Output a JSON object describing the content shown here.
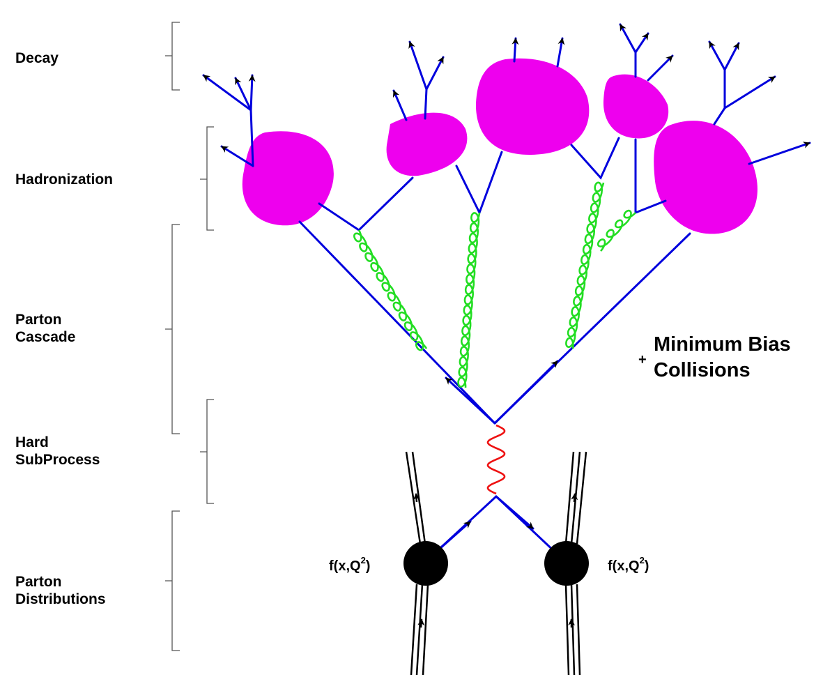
{
  "stages": [
    {
      "line1": "Decay",
      "line2": ""
    },
    {
      "line1": "Hadronization",
      "line2": ""
    },
    {
      "line1": "Parton",
      "line2": "Cascade"
    },
    {
      "line1": "Hard",
      "line2": "SubProcess"
    },
    {
      "line1": "Parton",
      "line2": "Distributions"
    }
  ],
  "annotation": {
    "plus": "+",
    "line1": "Minimum Bias",
    "line2": "Collisions"
  },
  "pdf_label": {
    "left_main": "f(x,Q",
    "left_sup": "2",
    "left_close": ")",
    "right_main": "f(x,Q",
    "right_sup": "2",
    "right_close": ")"
  },
  "colors": {
    "quark": "#0000dd",
    "gluon": "#22dd22",
    "boson": "#ee1111",
    "hadron": "#ee00ee",
    "proton": "#000000",
    "bracket": "#555555"
  }
}
